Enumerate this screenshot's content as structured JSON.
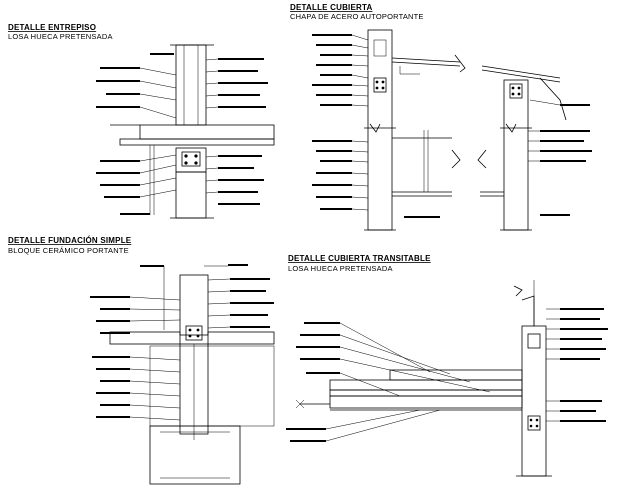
{
  "details": [
    {
      "title": "DETALLE ENTREPISO",
      "subtitle": "LOSA HUECA PRETENSADA"
    },
    {
      "title": "DETALLE CUBIERTA",
      "subtitle": "CHAPA DE ACERO AUTOPORTANTE"
    },
    {
      "title": "DETALLE FUNDACIÓN SIMPLE",
      "subtitle": "BLOQUE CERÁMICO PORTANTE"
    },
    {
      "title": "DETALLE CUBIERTA TRANSITABLE",
      "subtitle": "LOSA HUECA PRETENSADA"
    }
  ],
  "colors": {
    "ink": "#000000",
    "paper": "#ffffff",
    "hatch": "#555555"
  }
}
